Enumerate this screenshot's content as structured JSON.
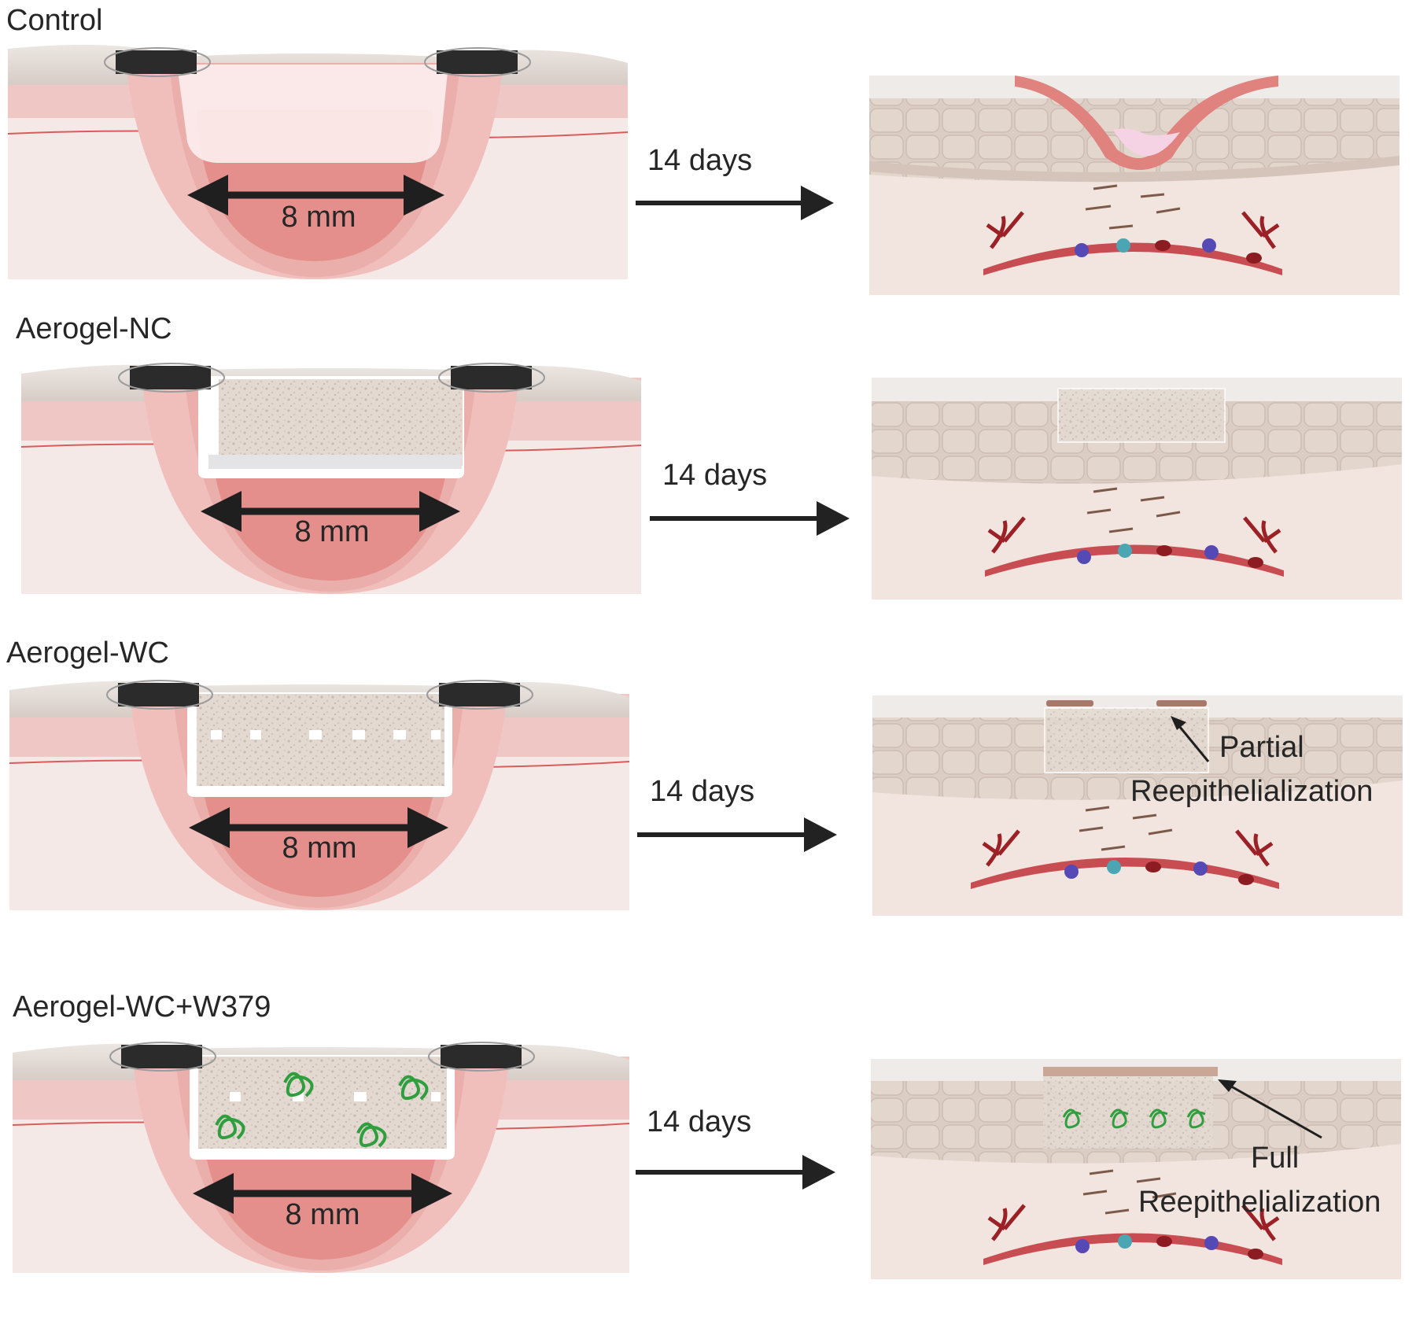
{
  "rows": [
    {
      "label": "Control",
      "duration": "14 days",
      "dimension": "8 mm",
      "scaffold": "none",
      "outcome": null
    },
    {
      "label": "Aerogel-NC",
      "duration": "14 days",
      "dimension": "8 mm",
      "scaffold": "plain",
      "outcome": null
    },
    {
      "label": "Aerogel-WC",
      "duration": "14 days",
      "dimension": "8 mm",
      "scaffold": "channels",
      "outcome": {
        "line1": "Partial",
        "line2": "Reepithelialization"
      }
    },
    {
      "label": "Aerogel-WC+W379",
      "duration": "14 days",
      "dimension": "8 mm",
      "scaffold": "channels-with-protein",
      "outcome": {
        "line1": "Full",
        "line2": "Reepithelialization"
      }
    }
  ],
  "colors": {
    "arrow": "#222222",
    "splint": "#2b2b2b",
    "skin_surface": "#cfc3bd",
    "dermis": "#f3e3e1",
    "wound_inner": "#e7a8a4",
    "wound_core": "#e08986",
    "aerogel": "#e2d8d0",
    "protein": "#2f9e3f",
    "vessel": "#c84d52",
    "capillary": "#9b2126"
  },
  "icons": {
    "splint": "splint-block-icon",
    "arrow": "right-arrow-icon",
    "dimension": "double-headed-arrow-icon",
    "protein": "protein-coil-icon",
    "vessel": "blood-vessel-icon"
  }
}
